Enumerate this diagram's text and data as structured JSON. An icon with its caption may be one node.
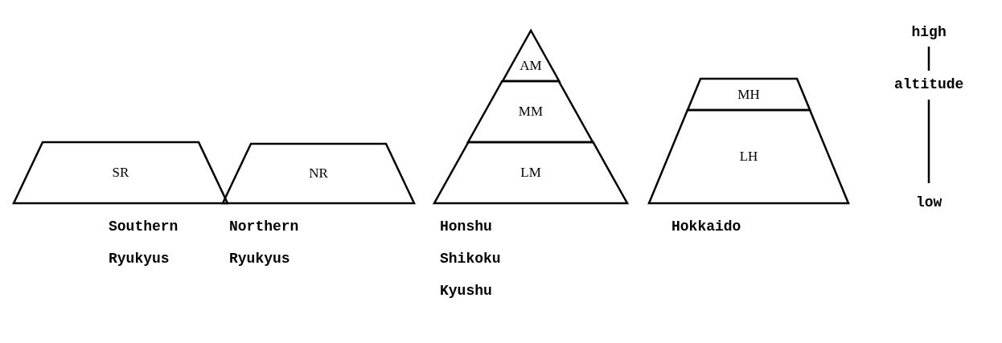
{
  "diagram": {
    "nodes": [
      {
        "text": [
          "Southern Ryukyus"
        ]
      },
      {
        "text": [
          "SR"
        ],
        "in": 0
      },
      {
        "text": [
          "Northern Ryukyus"
        ]
      },
      {
        "text": [
          "NR"
        ],
        "in": 2
      },
      {
        "text": [
          "Honshu Shikoku Kyushu"
        ]
      },
      {
        "text": [
          "AM"
        ],
        "in": 4
      },
      {
        "text": [
          "MM"
        ],
        "in": 4
      },
      {
        "text": [
          "LM"
        ],
        "in": 4
      },
      {
        "text": [
          "Hokkaido"
        ]
      },
      {
        "text": [
          "MH"
        ],
        "in": 8
      },
      {
        "text": [
          "LH"
        ],
        "in": 8
      }
    ],
    "edges": [],
    "labels": [
      "high",
      "altitude",
      "low"
    ]
  }
}
